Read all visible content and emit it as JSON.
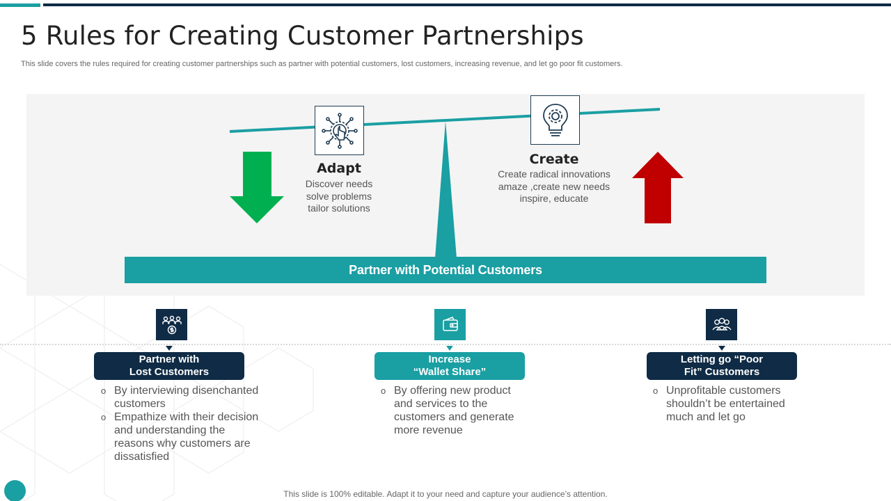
{
  "slide": {
    "title": "5 Rules for Creating Customer Partnerships",
    "subtitle": "This slide covers the rules required for creating customer partnerships such as partner with potential customers, lost customers, increasing revenue, and let go poor fit customers.",
    "footer": "This slide is 100% editable. Adapt it to your need and capture your audience’s attention."
  },
  "seesaw": {
    "base_label": "Partner with Potential Customers",
    "adapt": {
      "icon": "gear-hand-icon",
      "heading": "Adapt",
      "lines": [
        "Discover needs",
        "solve problems",
        "tailor solutions"
      ],
      "arrow": "down-arrow-icon"
    },
    "create": {
      "icon": "lightbulb-gear-icon",
      "heading": "Create",
      "lines": [
        "Create radical innovations",
        "amaze ,create new needs",
        "inspire, educate"
      ],
      "arrow": "up-arrow-icon"
    }
  },
  "columns": [
    {
      "icon": "customers-money-icon",
      "label": [
        "Partner with",
        "Lost Customers"
      ],
      "bullets": [
        [
          "By interviewing disenchanted",
          "customers"
        ],
        [
          "Empathize with their decision",
          "and understanding the",
          "reasons why customers are",
          "dissatisfied"
        ]
      ]
    },
    {
      "icon": "wallet-icon",
      "label": [
        "Increase",
        "“Wallet Share”"
      ],
      "bullets": [
        [
          "By offering new product",
          "and services to the",
          "customers and generate",
          "more revenue"
        ]
      ]
    },
    {
      "icon": "group-icon",
      "label": [
        "Letting go “Poor",
        "Fit” Customers"
      ],
      "bullets": [
        [
          "Unprofitable customers",
          "shouldn’t be entertained",
          "much and let go"
        ]
      ]
    }
  ],
  "colors": {
    "teal": "#1a9fa3",
    "navy": "#0f2b45",
    "green": "#00b050",
    "red": "#c00000",
    "panel": "#f4f4f4"
  }
}
